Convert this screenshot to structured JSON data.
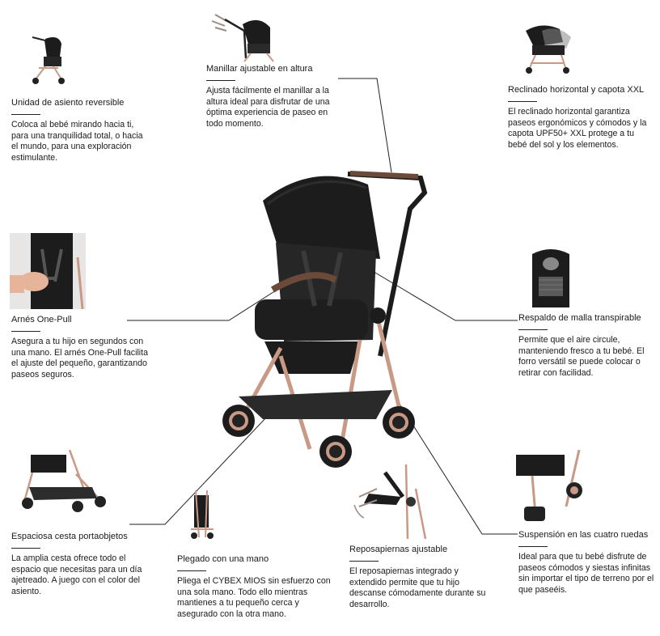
{
  "features": {
    "seat": {
      "title": "Unidad de asiento reversible",
      "desc": "Coloca al bebé mirando hacia ti, para una tranquilidad total, o hacia el mundo, para una exploración estimulante."
    },
    "handlebar": {
      "title": "Manillar ajustable en altura",
      "desc": "Ajusta fácilmente el manillar a la altura ideal para disfrutar de una óptima experiencia de paseo en todo momento."
    },
    "recline": {
      "title": "Reclinado horizontal  y capota XXL",
      "desc": "El reclinado horizontal garantiza paseos ergonómicos y cómodos y la capota UPF50+ XXL protege a tu bebé del sol y los elementos."
    },
    "harness": {
      "title": "Arnés One-Pull",
      "desc": "Asegura a tu hijo en segundos con una mano. El arnés One-Pull facilita el ajuste del pequeño, garantizando paseos seguros."
    },
    "mesh": {
      "title": "Respaldo de malla transpirable",
      "desc": "Permite que el aire circule, manteniendo fresco a tu bebé. El forro versátil se puede colocar o retirar con facilidad."
    },
    "basket": {
      "title": "Espaciosa cesta portaobjetos",
      "desc": "La amplia cesta ofrece todo el espacio que necesitas para un día ajetreado. A juego con el color del asiento."
    },
    "fold": {
      "title": "Plegado con una mano",
      "desc": "Pliega el CYBEX MIOS sin esfuerzo con una sola mano. Todo ello mientras mantienes a tu pequeño cerca y asegurado con la otra mano."
    },
    "legrest": {
      "title": "Reposapiernas ajustable",
      "desc": "El reposapiernas integrado y extendido permite que tu hijo descanse cómodamente durante su desarrollo."
    },
    "suspension": {
      "title": "Suspensión en las cuatro ruedas",
      "desc": "Ideal para que tu bebé disfrute de paseos cómodos y siestas infinitas sin importar el tipo de terreno por el que paseéis."
    }
  },
  "colors": {
    "frame": "#c89a86",
    "fabric": "#1c1c1c",
    "leather": "#6b4a3a",
    "text": "#1a1a1a"
  }
}
